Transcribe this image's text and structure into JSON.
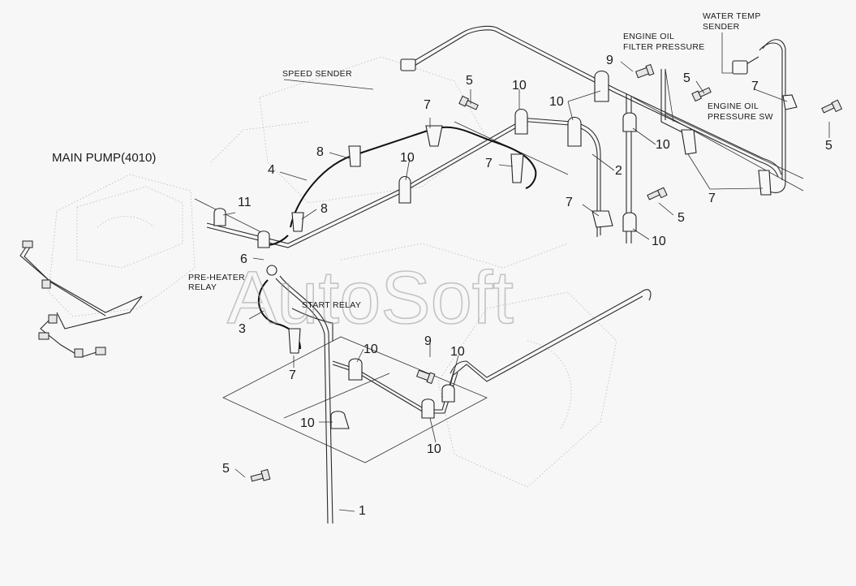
{
  "labels": {
    "main_pump": "MAIN PUMP(4010)",
    "speed_sender": "SPEED SENDER",
    "pre_heater_1": "PRE-HEATER",
    "pre_heater_2": "RELAY",
    "start_relay": "START RELAY",
    "eng_oil_filter_1": "ENGINE OIL",
    "eng_oil_filter_2": "FILTER PRESSURE",
    "water_temp_1": "WATER TEMP",
    "water_temp_2": "SENDER",
    "eng_oil_sw_1": "ENGINE OIL",
    "eng_oil_sw_2": "PRESSURE SW"
  },
  "callouts": {
    "c1": "1",
    "c2": "2",
    "c3": "3",
    "c4": "4",
    "c5a": "5",
    "c5b": "5",
    "c5c": "5",
    "c5d": "5",
    "c5e": "5",
    "c6": "6",
    "c7a": "7",
    "c7b": "7",
    "c7c": "7",
    "c7d": "7",
    "c7e": "7",
    "c7f": "7",
    "c8a": "8",
    "c8b": "8",
    "c9a": "9",
    "c9b": "9",
    "c10a": "10",
    "c10b": "10",
    "c10c": "10",
    "c10d": "10",
    "c10e": "10",
    "c10f": "10",
    "c10g": "10",
    "c10h": "10",
    "c10i": "10",
    "c11": "11"
  },
  "watermark": "AutoSoft"
}
